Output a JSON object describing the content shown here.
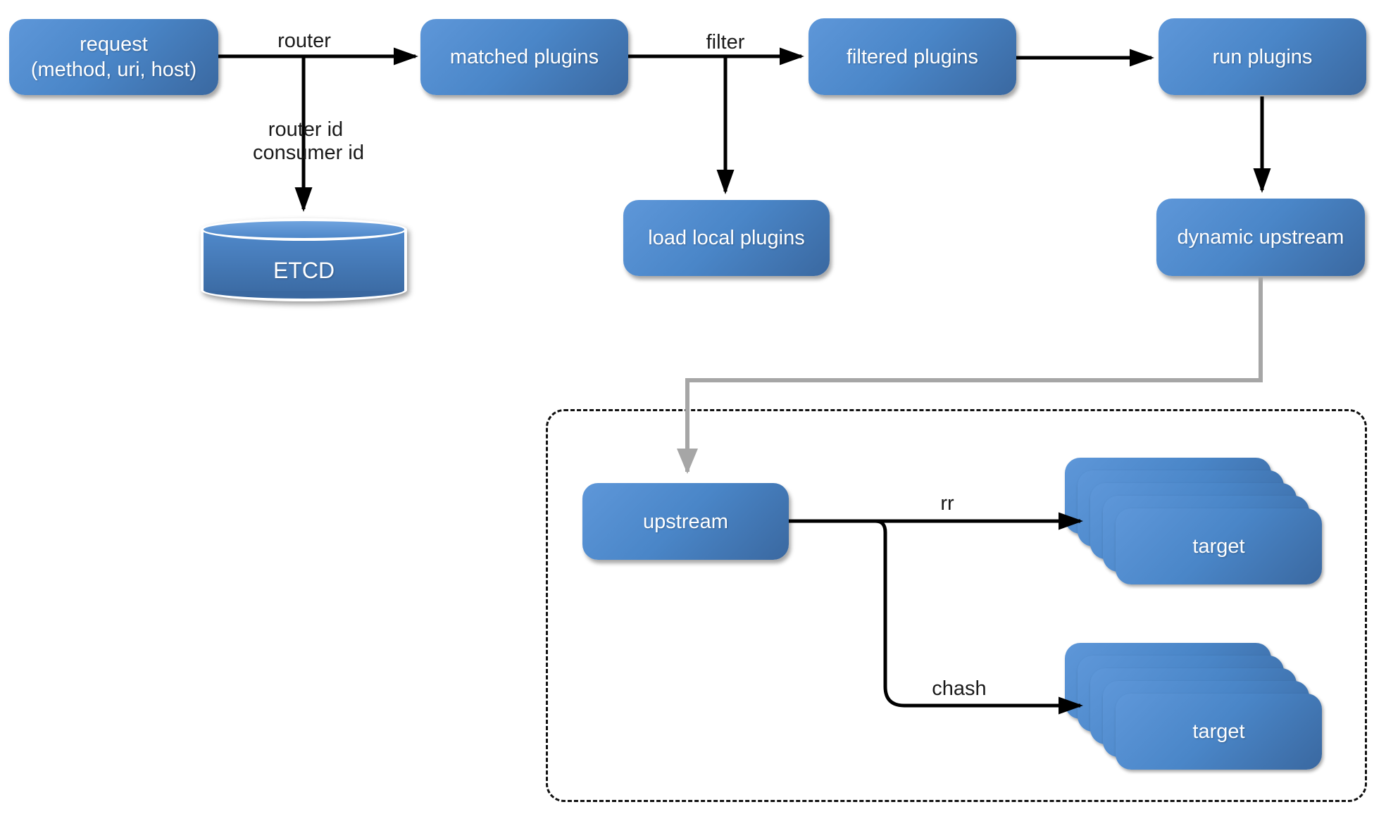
{
  "diagram": {
    "nodes": {
      "request": {
        "line1": "request",
        "line2": "(method, uri, host)"
      },
      "matched_plugins": {
        "label": "matched plugins"
      },
      "filtered_plugins": {
        "label": "filtered plugins"
      },
      "run_plugins": {
        "label": "run plugins"
      },
      "etcd": {
        "label": "ETCD"
      },
      "load_local_plugins": {
        "label": "load local plugins"
      },
      "dynamic_upstream": {
        "label": "dynamic upstream"
      },
      "upstream": {
        "label": "upstream"
      },
      "target_rr": {
        "label": "target"
      },
      "target_chash": {
        "label": "target"
      }
    },
    "edge_labels": {
      "router": "router",
      "router_id": "router id",
      "consumer_id": "consumer id",
      "filter": "filter",
      "rr": "rr",
      "chash": "chash"
    },
    "colors": {
      "node_fill_top": "#5E97D9",
      "node_fill_mid": "#4A86C8",
      "node_fill_bottom": "#3A68A0",
      "arrow_black": "#000000",
      "arrow_gray": "#A6A6A6",
      "label_text": "#1A1A1A",
      "node_text": "#FFFFFF",
      "canvas_bg": "#FFFFFF"
    }
  }
}
